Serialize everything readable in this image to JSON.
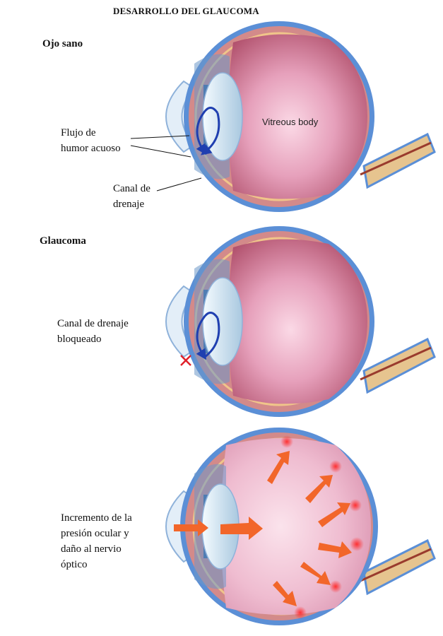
{
  "title": "DESARROLLO DEL GLAUCOMA",
  "sections": {
    "healthy": {
      "heading": "Ojo sano",
      "flow_label": [
        "Flujo de",
        "humor acuoso"
      ],
      "drain_label": [
        "Canal de",
        "drenaje"
      ],
      "vitreous_label": "Vitreous body"
    },
    "glaucoma": {
      "heading": "Glaucoma",
      "blocked_label": [
        "Canal de drenaje",
        "bloqueado"
      ]
    },
    "damage": {
      "label": [
        "Incremento de la",
        "presión ocular y",
        "daño al nervio",
        "óptico"
      ]
    }
  },
  "colors": {
    "sclera_blue": "#5b8fd6",
    "choroid": "#c46a6a",
    "retina_line": "#f0c58a",
    "vitreous": "#c25b7d",
    "vitreous_light": "#f3c6d8",
    "cornea": "#d7e6f5",
    "lens": "#dceefa",
    "flow_arrow": "#1f3fb0",
    "pressure_arrow": "#f2662a",
    "optic_nerve": "#e6c48f",
    "nerve_core": "#9a3b2d",
    "block_mark": "#e0202a"
  }
}
